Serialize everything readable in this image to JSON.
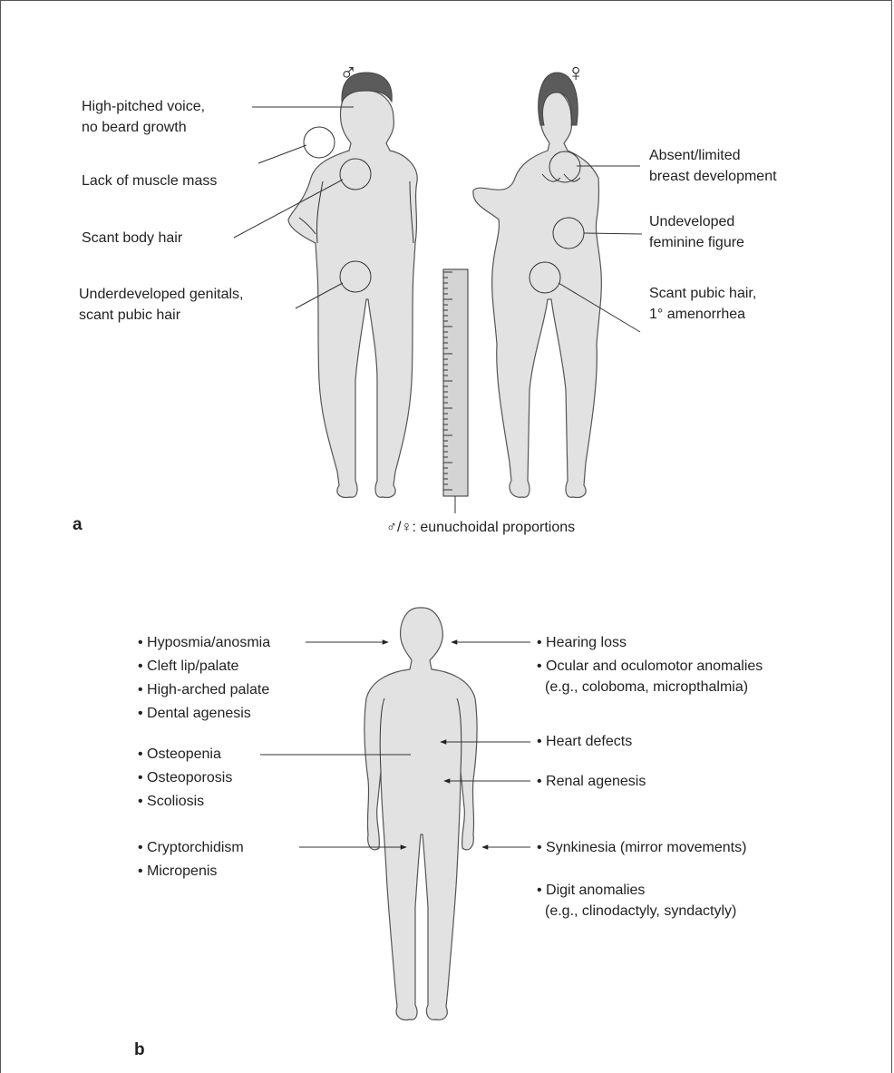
{
  "panel_a": {
    "letter": "a",
    "male_symbol": "♂",
    "female_symbol": "♀",
    "male_labels": [
      [
        "High-pitched voice,",
        "no beard growth"
      ],
      [
        "Lack of muscle mass"
      ],
      [
        "Scant body hair"
      ],
      [
        "Underdeveloped genitals,",
        "scant pubic hair"
      ]
    ],
    "female_labels": [
      [
        "Absent/limited",
        "breast development"
      ],
      [
        "Undeveloped",
        "feminine figure"
      ],
      [
        "Scant pubic hair,",
        "1° amenorrhea"
      ]
    ],
    "ruler_caption": "♂/♀: eunuchoidal proportions"
  },
  "panel_b": {
    "letter": "b",
    "left_labels": [
      "• Hyposmia/anosmia",
      "• Cleft lip/palate",
      "• High-arched palate",
      "• Dental agenesis",
      "• Osteopenia",
      "• Osteoporosis",
      "• Scoliosis",
      "• Cryptorchidism",
      "• Micropenis"
    ],
    "right_labels": [
      "• Hearing loss",
      "• Ocular and oculomotor anomalies",
      "(e.g., coloboma, micropthalmia)",
      "• Heart defects",
      "• Renal agenesis",
      "• Synkinesia (mirror movements)",
      "• Digit anomalies",
      "(e.g., clinodactyly, syndactyly)"
    ]
  },
  "colors": {
    "body": "#e2e2e2",
    "outline": "#555555",
    "hair": "#5b5b5b",
    "ruler": "#d4d4d4"
  }
}
